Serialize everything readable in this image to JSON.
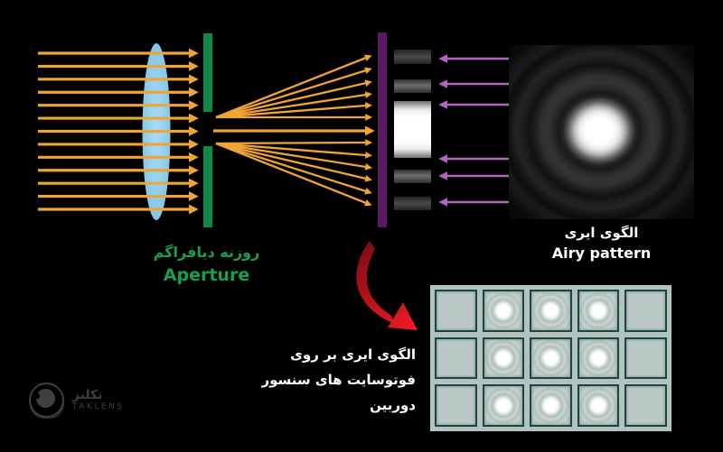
{
  "colors": {
    "background": "#000000",
    "ray_orange": "#f0a435",
    "lens_blue": "#92cdec",
    "aperture_green": "#0e8a46",
    "label_green": "#13a14e",
    "barrier_purple": "#5c1963",
    "arrow_purple": "#b263c3",
    "red_arrow_dark": "#7a0d12",
    "red_arrow_bright": "#ee1c24",
    "sensor_bg": "#b2c2bf",
    "cell_fill": "#bac8c5",
    "cell_border": "#1d4540",
    "text_white": "#ffffff",
    "logo_gray": "#3f3f3f"
  },
  "diagram": {
    "incoming_ray_count": 13,
    "upper_fan_ray_count": 6,
    "lower_fan_ray_count": 6,
    "interference_arrow_count": 6
  },
  "labels": {
    "aperture_fa": "روزنه دیافراگم",
    "aperture_en": "Aperture",
    "airy_fa": "الگوی ایری",
    "airy_en": "Airy pattern",
    "sensor_caption_line1_fa": "الگوی ایری بر روی",
    "sensor_caption_line2_fa": "فوتوسایت های سنسور دوربین"
  },
  "sensor_grid": {
    "rows": 3,
    "cols": 5,
    "airy_columns": [
      2,
      3,
      4
    ]
  },
  "logo": {
    "name_fa": "تکلنز",
    "name_en": "TAKLENS"
  }
}
